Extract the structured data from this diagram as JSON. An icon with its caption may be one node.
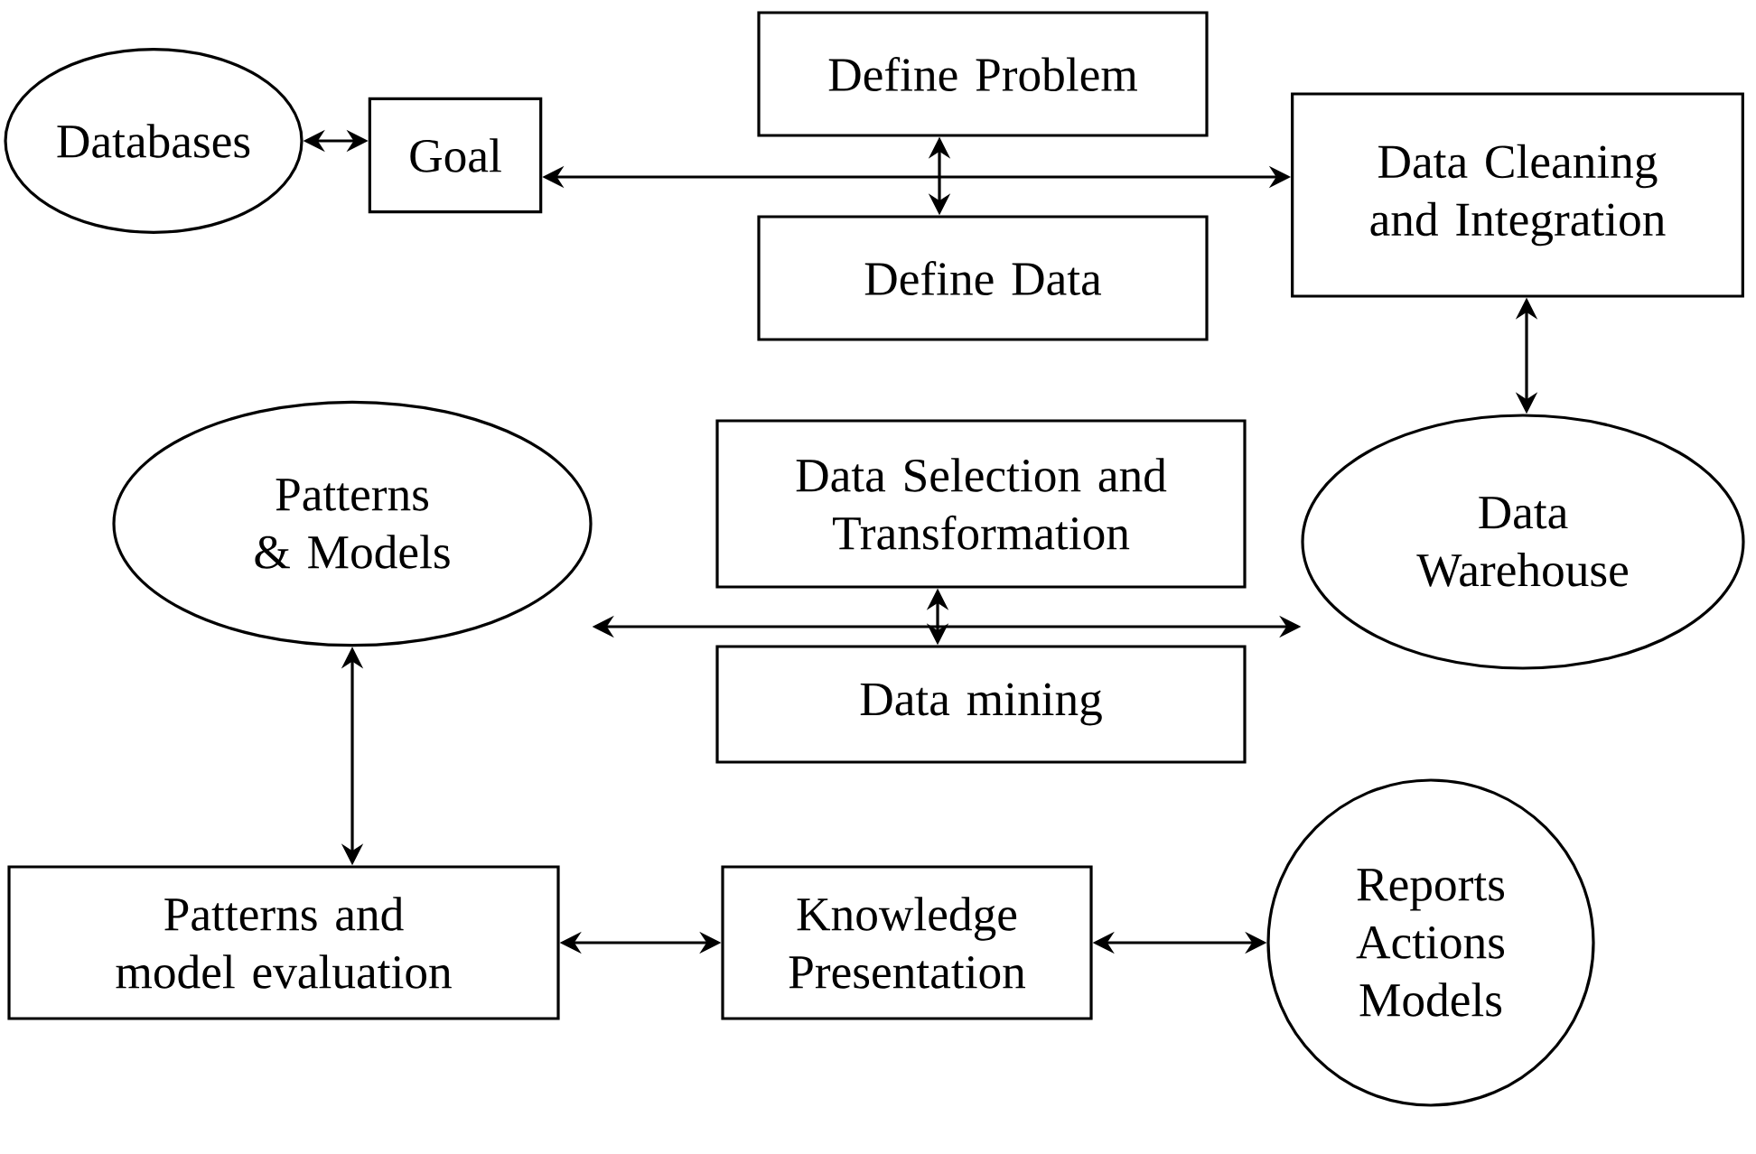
{
  "diagram": {
    "nodes": [
      {
        "text": [
          "Databases"
        ]
      },
      {
        "text": [
          "Goal"
        ]
      },
      {
        "text": [
          "Define Problem"
        ]
      },
      {
        "text": [
          "Define Data"
        ]
      },
      {
        "text": [
          "Data Cleaning and Integration"
        ]
      },
      {
        "text": [
          "Data Warehouse"
        ]
      },
      {
        "text": [
          "Data Selection and Transformation"
        ]
      },
      {
        "text": [
          "Patterns & Models"
        ]
      },
      {
        "text": [
          "Data mining"
        ]
      },
      {
        "text": [
          "Patterns and model evaluation"
        ]
      },
      {
        "text": [
          "Knowledge Presentation"
        ]
      },
      {
        "text": [
          "Reports Actions Models"
        ]
      }
    ],
    "edges": [
      {
        "from": 0,
        "to": 1,
        "arrow": "both"
      },
      {
        "from": 1,
        "to": 4,
        "arrow": "both"
      },
      {
        "from": 2,
        "to": 3,
        "arrow": "both"
      },
      {
        "from": 4,
        "to": 5,
        "arrow": "both"
      },
      {
        "from": 7,
        "to": 5,
        "arrow": "both"
      },
      {
        "from": 6,
        "to": 8,
        "arrow": "both"
      },
      {
        "from": 7,
        "to": 9,
        "arrow": "both"
      },
      {
        "from": 9,
        "to": 10,
        "arrow": "both"
      },
      {
        "from": 10,
        "to": 11,
        "arrow": "both"
      }
    ]
  }
}
